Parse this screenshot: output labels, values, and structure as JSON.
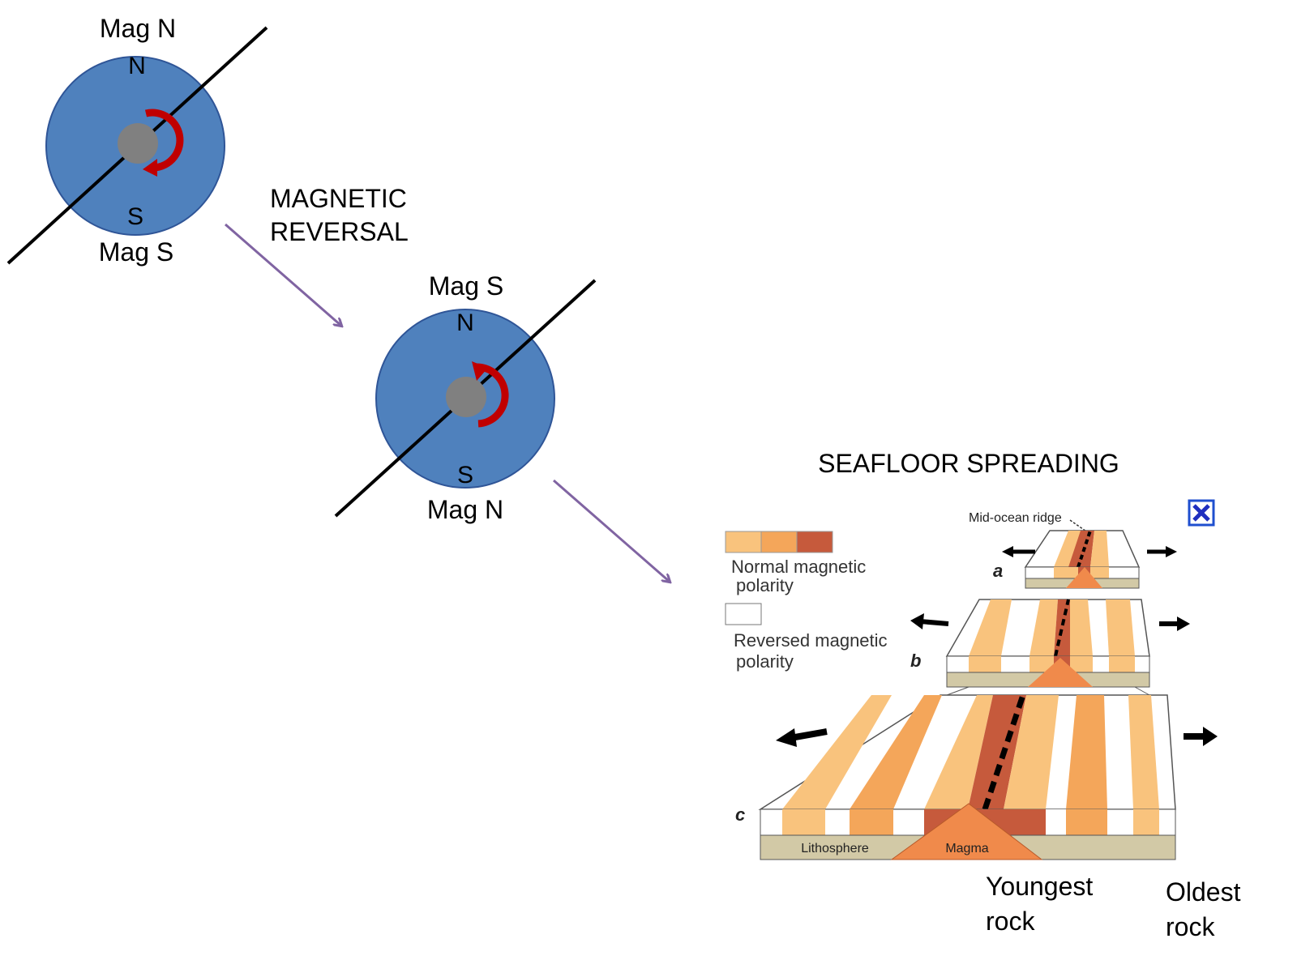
{
  "top_globe": {
    "mag_top": "Mag N",
    "geo_top": "N",
    "geo_bottom": "S",
    "mag_bottom": "Mag S"
  },
  "caption": {
    "line1": "MAGNETIC",
    "line2": "REVERSAL"
  },
  "middle_globe": {
    "mag_top": "Mag S",
    "geo_top": "N",
    "geo_bottom": "S",
    "mag_bottom": "Mag N"
  },
  "seafloor": {
    "title": "SEAFLOOR SPREADING",
    "ridge_label": "Mid-ocean ridge",
    "legend_normal_1": "Normal magnetic",
    "legend_normal_2": "polarity",
    "legend_reversed_1": "Reversed magnetic",
    "legend_reversed_2": "polarity",
    "panel_a": "a",
    "panel_b": "b",
    "panel_c": "c",
    "lithosphere": "Lithosphere",
    "magma": "Magma",
    "youngest_1": "Youngest",
    "youngest_2": "rock",
    "oldest_1": "Oldest",
    "oldest_2": "rock"
  },
  "colors": {
    "globe": "#4f81bd",
    "core": "#808080",
    "rotation_arrow": "#c00000",
    "connector_arrow": "#8064a2",
    "normal_light": "#f9c37d",
    "normal_mid": "#f4a65a",
    "normal_dark": "#c65a3c",
    "lithosphere": "#d2c9a6",
    "magma": "#f08a4b"
  }
}
